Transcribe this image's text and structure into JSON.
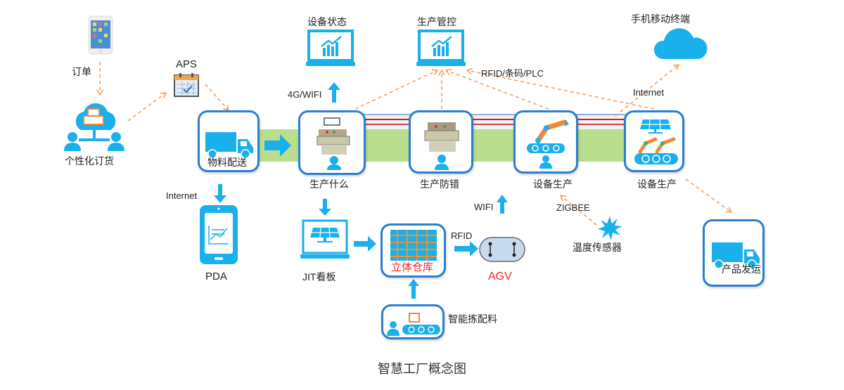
{
  "caption": "智慧工厂概念图",
  "colors": {
    "accent_blue": "#1ab0ec",
    "box_border": "#2a7fd0",
    "dashed_arrow": "#f5a062",
    "band_green": "#b9de8e",
    "band_red": "#e01818",
    "band_blue": "#8fb4dc",
    "robot_orange": "#f08a36",
    "warehouse_grid": "#f09030",
    "agv_fill": "#c8daee",
    "highlight_red": "#ff2020"
  },
  "nodes": {
    "phone": {
      "icon": "smartphone-icon"
    },
    "order_label": "订单",
    "custom_order": {
      "label": "个性化订货",
      "icon": "cloud-network-icon"
    },
    "aps": {
      "label": "APS",
      "icon": "calendar-icon"
    },
    "material_delivery": {
      "label": "物料配送",
      "icon": "truck-icon"
    },
    "device_status": {
      "label": "设备状态",
      "icon": "laptop-chart-icon"
    },
    "production_control": {
      "label": "生产管控",
      "icon": "laptop-chart-icon"
    },
    "mobile_terminal": {
      "label": "手机移动终端",
      "icon": "cloud-icon"
    },
    "produce_what": {
      "label": "生产什么",
      "icon": "machine-operator-icon"
    },
    "error_proofing": {
      "label": "生产防错",
      "icon": "machine-operator-icon"
    },
    "equipment_production_1": {
      "label": "设备生产",
      "icon": "robot-arm-icon"
    },
    "equipment_production_2": {
      "label": "设备生产",
      "icon": "robot-arms-solar-icon"
    },
    "pda": {
      "label": "PDA",
      "icon": "tablet-chart-icon"
    },
    "jit_board": {
      "label": "JIT看板",
      "icon": "laptop-solar-icon"
    },
    "warehouse": {
      "label": "立体仓库",
      "icon": "warehouse-grid-icon"
    },
    "agv": {
      "label": "AGV",
      "icon": "agv-icon"
    },
    "smart_picking": {
      "label": "智能拣配料",
      "icon": "conveyor-operator-icon"
    },
    "temp_sensor": {
      "label": "温度传感器",
      "icon": "starburst-icon"
    },
    "product_shipping": {
      "label": "产品发运",
      "icon": "truck-icon"
    }
  },
  "connection_labels": {
    "wifi_4g": "4G/WIFI",
    "rfid_barcode_plc": "RFID/条码/PLC",
    "internet_top": "Internet",
    "internet_left": "Internet",
    "wifi": "WIFI",
    "rfid": "RFID",
    "zigbee": "ZIGBEE"
  }
}
